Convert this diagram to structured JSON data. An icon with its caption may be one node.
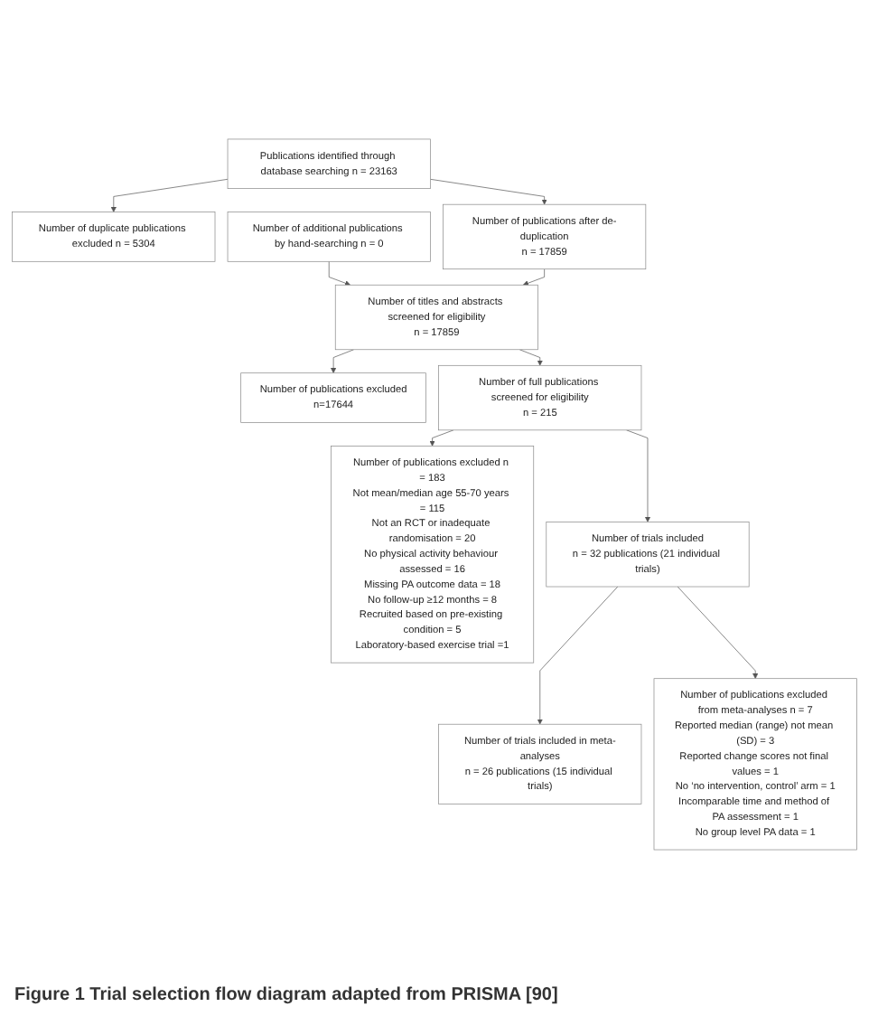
{
  "diagram": {
    "caption": "Figure 1 Trial selection flow diagram adapted from PRISMA [90]",
    "nodes": [
      {
        "text": [
          "Publications identified through database searching n = 23163"
        ]
      },
      {
        "text": [
          "Number of duplicate publications excluded n = 5304"
        ]
      },
      {
        "text": [
          "Number of publications after de-duplication",
          "n = 17859"
        ]
      },
      {
        "text": [
          "Number of additional publications by hand-searching n = 0"
        ]
      },
      {
        "text": [
          "Number of titles and abstracts screened for eligibility",
          "n = 17859"
        ]
      },
      {
        "text": [
          "Number of publications excluded",
          "n=17644"
        ]
      },
      {
        "text": [
          "Number of full publications screened for eligibility",
          "n = 215"
        ]
      },
      {
        "text": [
          "Number of publications excluded n = 183",
          "Not mean/median age 55-70 years = 115",
          "Not an RCT or inadequate randomisation = 20",
          "No physical activity behaviour assessed = 16",
          "Missing PA outcome data = 18",
          "No follow-up ≥12 months = 8",
          "Recruited based on pre-existing condition = 5",
          "Laboratory-based exercise trial =1"
        ]
      },
      {
        "text": [
          "Number of trials included",
          "n = 32 publications (21 individual trials)"
        ]
      },
      {
        "text": [
          "Number of publications excluded from meta-analyses n = 7",
          "Reported median (range) not mean (SD) = 3",
          "Reported change scores not final values = 1",
          "No ‘no intervention, control’ arm = 1",
          "Incomparable time and method of PA assessment = 1",
          "No group level PA data = 1"
        ]
      },
      {
        "text": [
          "Number of trials included in meta-analyses",
          "n = 26 publications (15 individual trials)"
        ]
      }
    ],
    "edges": [
      {
        "from": 0,
        "to": 2,
        "arrow": "to"
      },
      {
        "from": 0,
        "to": 1,
        "arrow": "to"
      },
      {
        "from": 3,
        "to": 4,
        "arrow": "to"
      },
      {
        "from": 2,
        "to": 4,
        "arrow": "to"
      },
      {
        "from": 4,
        "to": 6,
        "arrow": "to"
      },
      {
        "from": 4,
        "to": 5,
        "arrow": "to"
      },
      {
        "from": 6,
        "to": 8,
        "arrow": "to"
      },
      {
        "from": 6,
        "to": 7,
        "arrow": "to"
      },
      {
        "from": 8,
        "to": 10,
        "arrow": "to"
      },
      {
        "from": 8,
        "to": 9,
        "arrow": "to"
      }
    ]
  }
}
